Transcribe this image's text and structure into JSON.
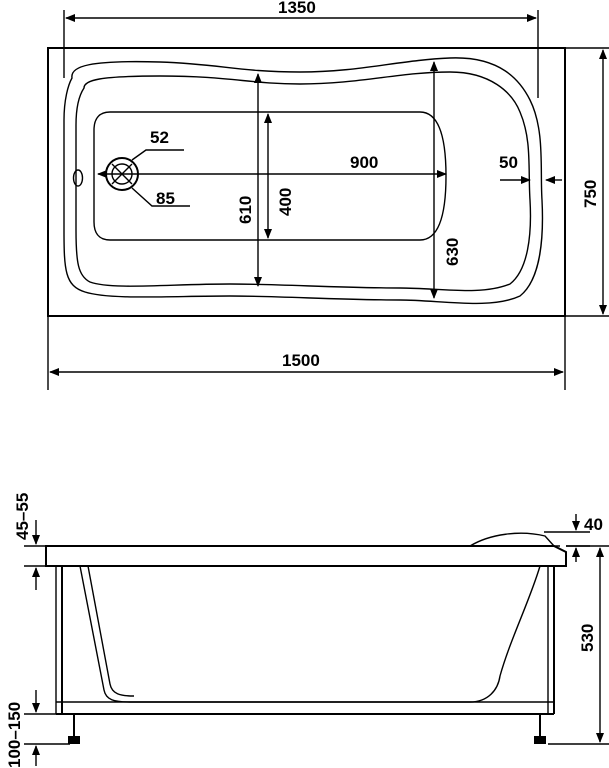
{
  "dimensions": {
    "inner_length": "1350",
    "overall_length": "1500",
    "basin_length": "900",
    "overall_width": "750",
    "width_610": "610",
    "width_400": "400",
    "width_630": "630",
    "backrest_offset": "50",
    "drain_small": "52",
    "drain_large": "85",
    "rim_thickness": "45–55",
    "rim_lip": "40",
    "height": "530",
    "leg_height": "100–150"
  }
}
